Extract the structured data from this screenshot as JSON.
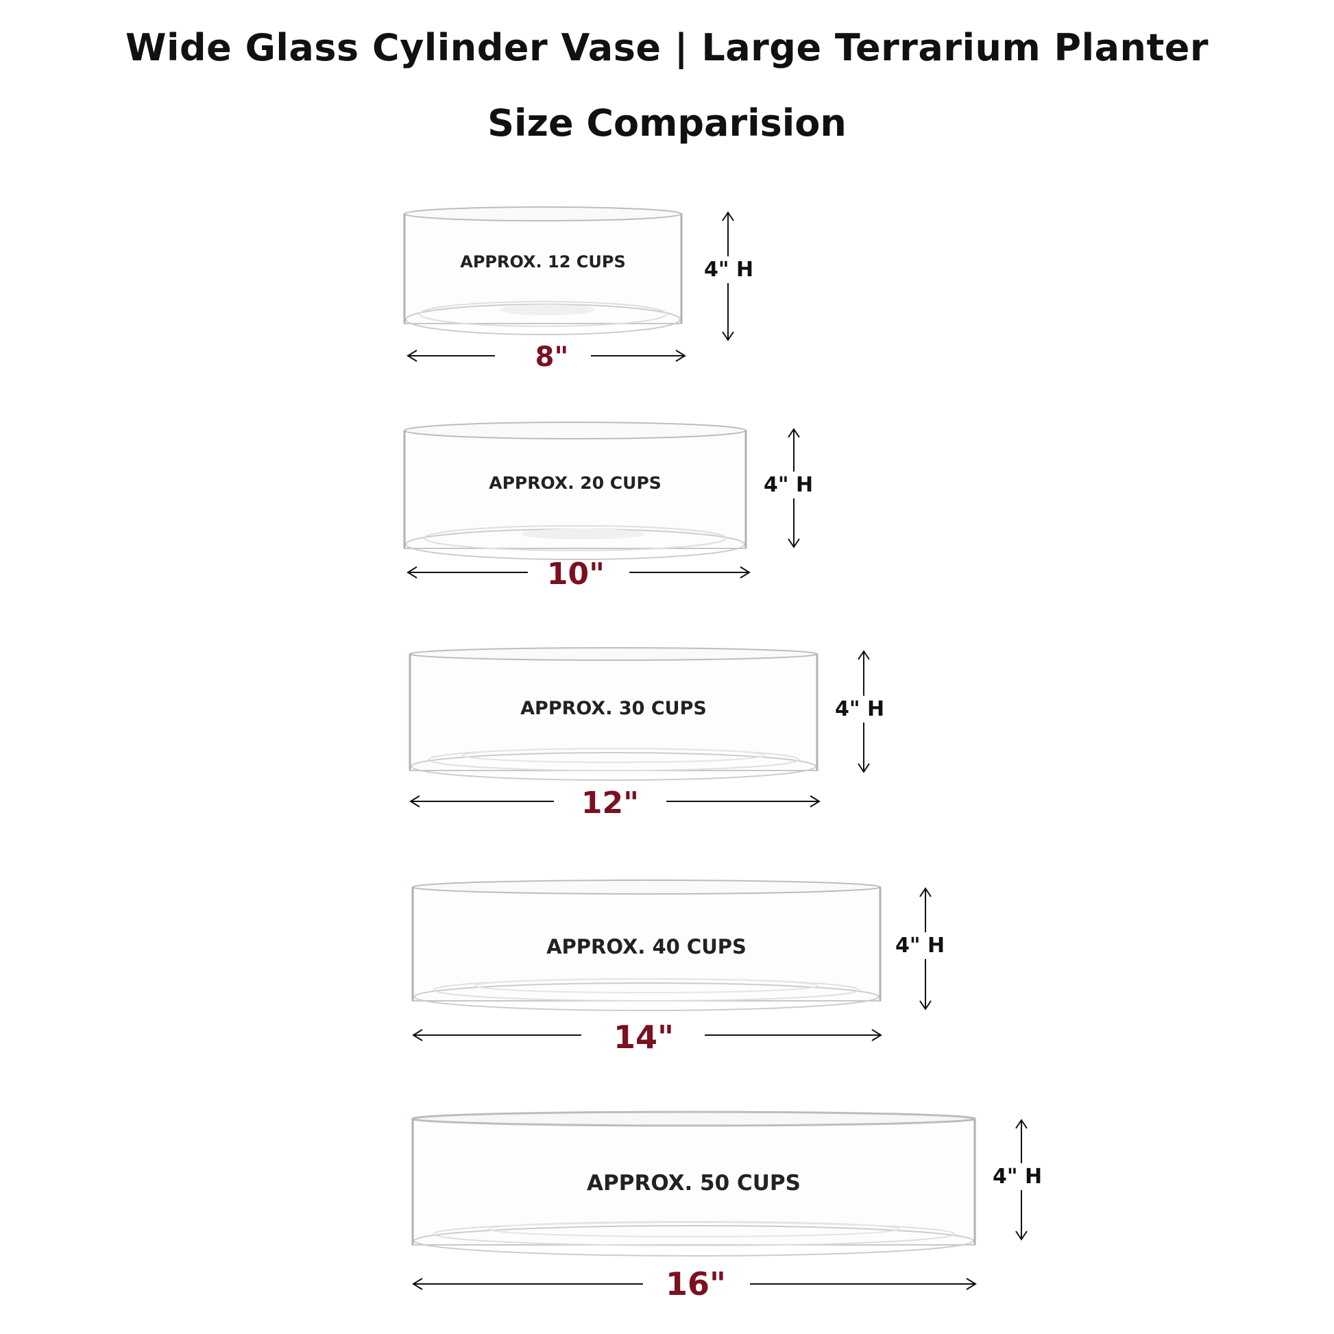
{
  "title_line1": "Wide Glass Cylinder Vase | Large Terrarium Planter",
  "title_line2": "Size Comparision",
  "vases": [
    {
      "capacity": "APPROX. 12 CUPS",
      "height": "4\" H",
      "width": "8\""
    },
    {
      "capacity": "APPROX. 20 CUPS",
      "height": "4\" H",
      "width": "10\""
    },
    {
      "capacity": "APPROX. 30 CUPS",
      "height": "4\" H",
      "width": "12\""
    },
    {
      "capacity": "APPROX. 40 CUPS",
      "height": "4\" H",
      "width": "14\""
    },
    {
      "capacity": "APPROX. 50 CUPS",
      "height": "4\" H",
      "width": "16\""
    }
  ],
  "colors": {
    "width_label": "#7a1020",
    "text": "#111111",
    "glass": "#b8bcc2"
  }
}
